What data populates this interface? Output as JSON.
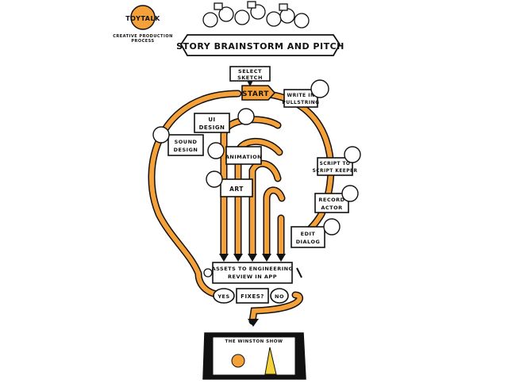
{
  "logo": {
    "text": "TOYTALK",
    "caption": [
      "CREATIVE PRODUCTION",
      "PROCESS"
    ]
  },
  "banner": {
    "title": "STORY BRAINSTORM AND PITCH"
  },
  "nodes": {
    "select_sketch": [
      "SELECT",
      "SKETCH"
    ],
    "start": "START",
    "write": [
      "WRITE IN",
      "PULLSTRING"
    ],
    "ui_design": [
      "UI",
      "DESIGN"
    ],
    "sound_design": [
      "SOUND",
      "DESIGN"
    ],
    "animation": "ANIMATION",
    "art": "ART",
    "script": [
      "SCRIPT TO",
      "SCRIPT KEEPER"
    ],
    "record": [
      "RECORD",
      "ACTOR"
    ],
    "edit": [
      "EDIT",
      "DIALOG"
    ],
    "assets": [
      "ASSETS TO ENGINEERING",
      "REVIEW IN APP"
    ],
    "fixes": "FIXES?",
    "yes": "YES",
    "no": "NO",
    "tablet_title": "THE WINSTON SHOW"
  },
  "colors": {
    "accent": "#f4a13a",
    "ink": "#111111",
    "paper": "#ffffff"
  }
}
